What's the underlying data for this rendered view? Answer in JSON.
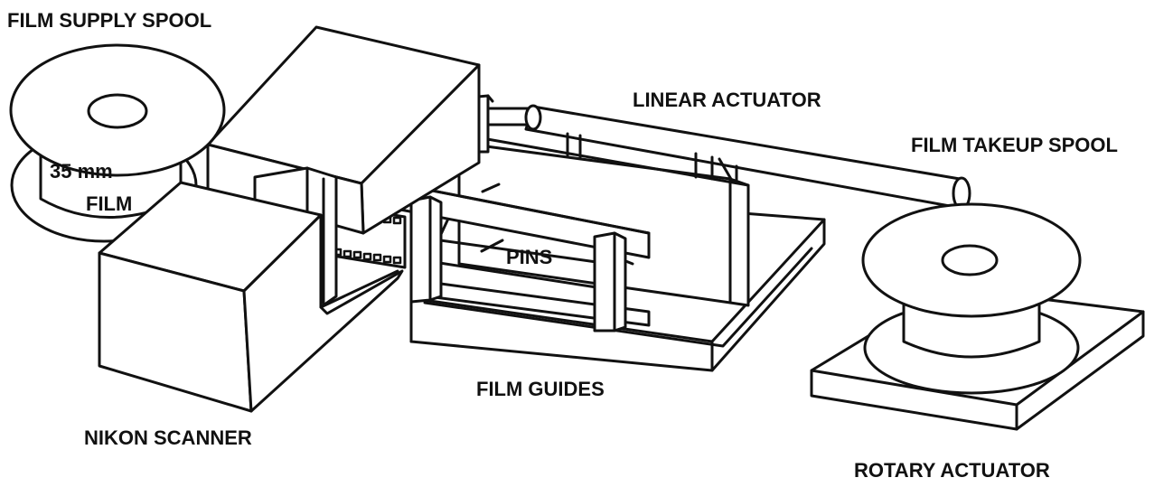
{
  "labels": {
    "film_supply_spool": "FILM SUPPLY SPOOL",
    "film_35mm_line1": "35 mm",
    "film_35mm_line2": "FILM",
    "linear_actuator": "LINEAR ACTUATOR",
    "film_takeup_spool": "FILM TAKEUP SPOOL",
    "pins": "PINS",
    "film_guides": "FILM GUIDES",
    "nikon_scanner": "NIKON SCANNER",
    "rotary_actuator": "ROTARY ACTUATOR"
  }
}
